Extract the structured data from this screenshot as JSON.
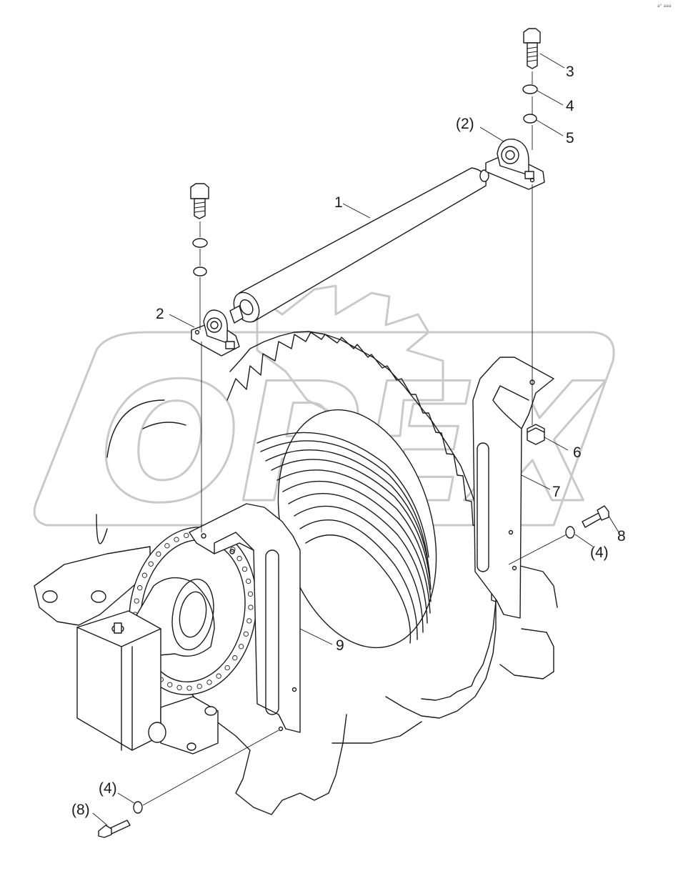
{
  "watermark": "OPEX",
  "corner_mark": "a° aaa",
  "parts": [
    {
      "id": "roller",
      "callout": "1"
    },
    {
      "id": "bearing-left",
      "callout": "2"
    },
    {
      "id": "bearing-right",
      "callout": "(2)"
    },
    {
      "id": "bolt-top",
      "callout": "3"
    },
    {
      "id": "spring-washer-top",
      "callout": "4"
    },
    {
      "id": "flat-washer-top",
      "callout": "5"
    },
    {
      "id": "nut",
      "callout": "6"
    },
    {
      "id": "bracket-right",
      "callout": "7"
    },
    {
      "id": "bolt-right",
      "callout": "8"
    },
    {
      "id": "washer-right",
      "callout": "(4)"
    },
    {
      "id": "bracket-left",
      "callout": "9"
    },
    {
      "id": "washer-bottom",
      "callout": "(4)"
    },
    {
      "id": "bolt-bottom",
      "callout": "(8)"
    }
  ],
  "icons": {
    "bolt": "hex-bolt-icon",
    "washer": "washer-icon",
    "nut": "hex-nut-icon",
    "bearing": "pillow-block-bearing-icon"
  }
}
